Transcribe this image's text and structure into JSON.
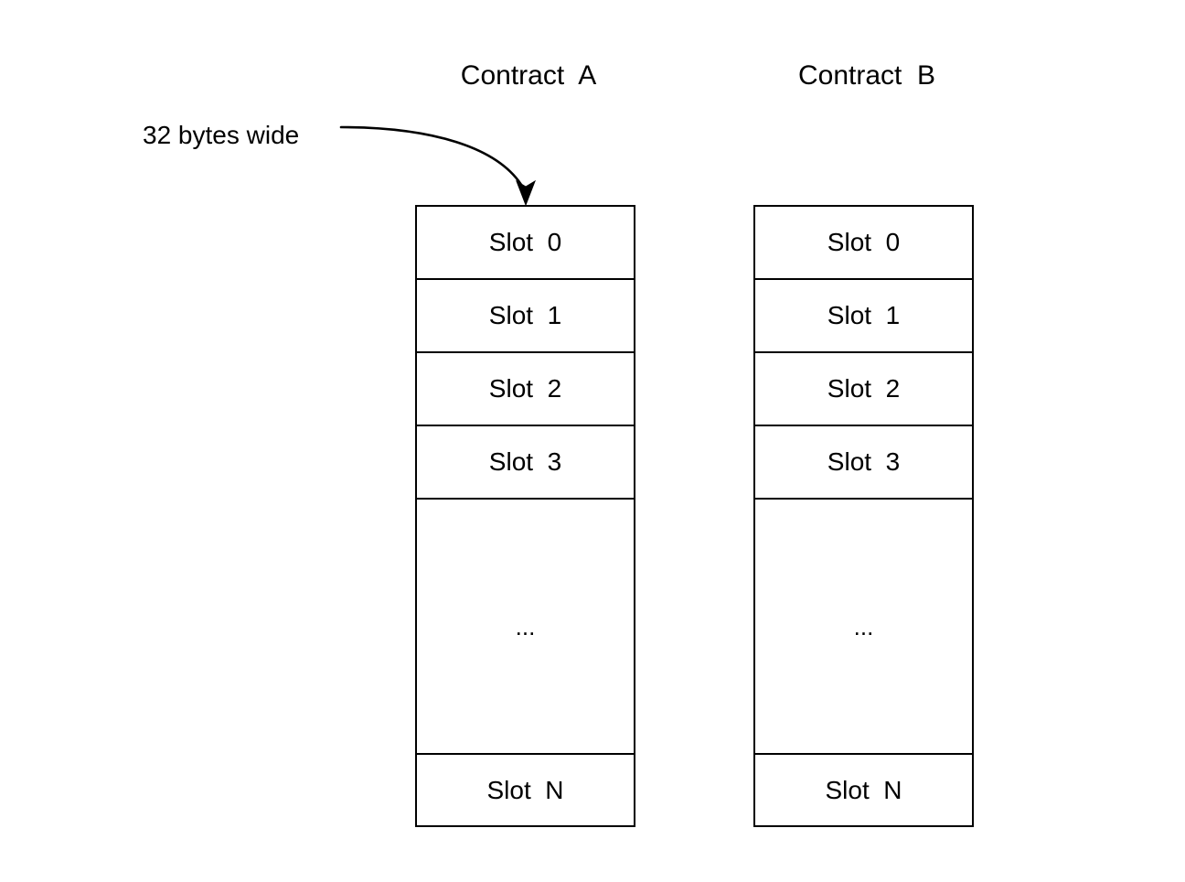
{
  "diagram": {
    "title_a": "Contract  A",
    "title_b": "Contract  B",
    "annotation": {
      "label": "32 bytes wide",
      "icon": "curved-arrow-icon",
      "points_to": "Slot  0"
    },
    "columns": [
      {
        "id": "contract-a",
        "title": "Contract  A",
        "slots": [
          {
            "label": "Slot  0",
            "kind": "slot"
          },
          {
            "label": "Slot  1",
            "kind": "slot"
          },
          {
            "label": "Slot  2",
            "kind": "slot"
          },
          {
            "label": "Slot  3",
            "kind": "slot"
          },
          {
            "label": "...",
            "kind": "ellipsis"
          },
          {
            "label": "Slot  N",
            "kind": "slot"
          }
        ]
      },
      {
        "id": "contract-b",
        "title": "Contract  B",
        "slots": [
          {
            "label": "Slot  0",
            "kind": "slot"
          },
          {
            "label": "Slot  1",
            "kind": "slot"
          },
          {
            "label": "Slot  2",
            "kind": "slot"
          },
          {
            "label": "Slot  3",
            "kind": "slot"
          },
          {
            "label": "...",
            "kind": "ellipsis"
          },
          {
            "label": "Slot  N",
            "kind": "slot"
          }
        ]
      }
    ],
    "colors": {
      "background": "#ffffff",
      "stroke": "#000000",
      "text": "#000000"
    }
  }
}
